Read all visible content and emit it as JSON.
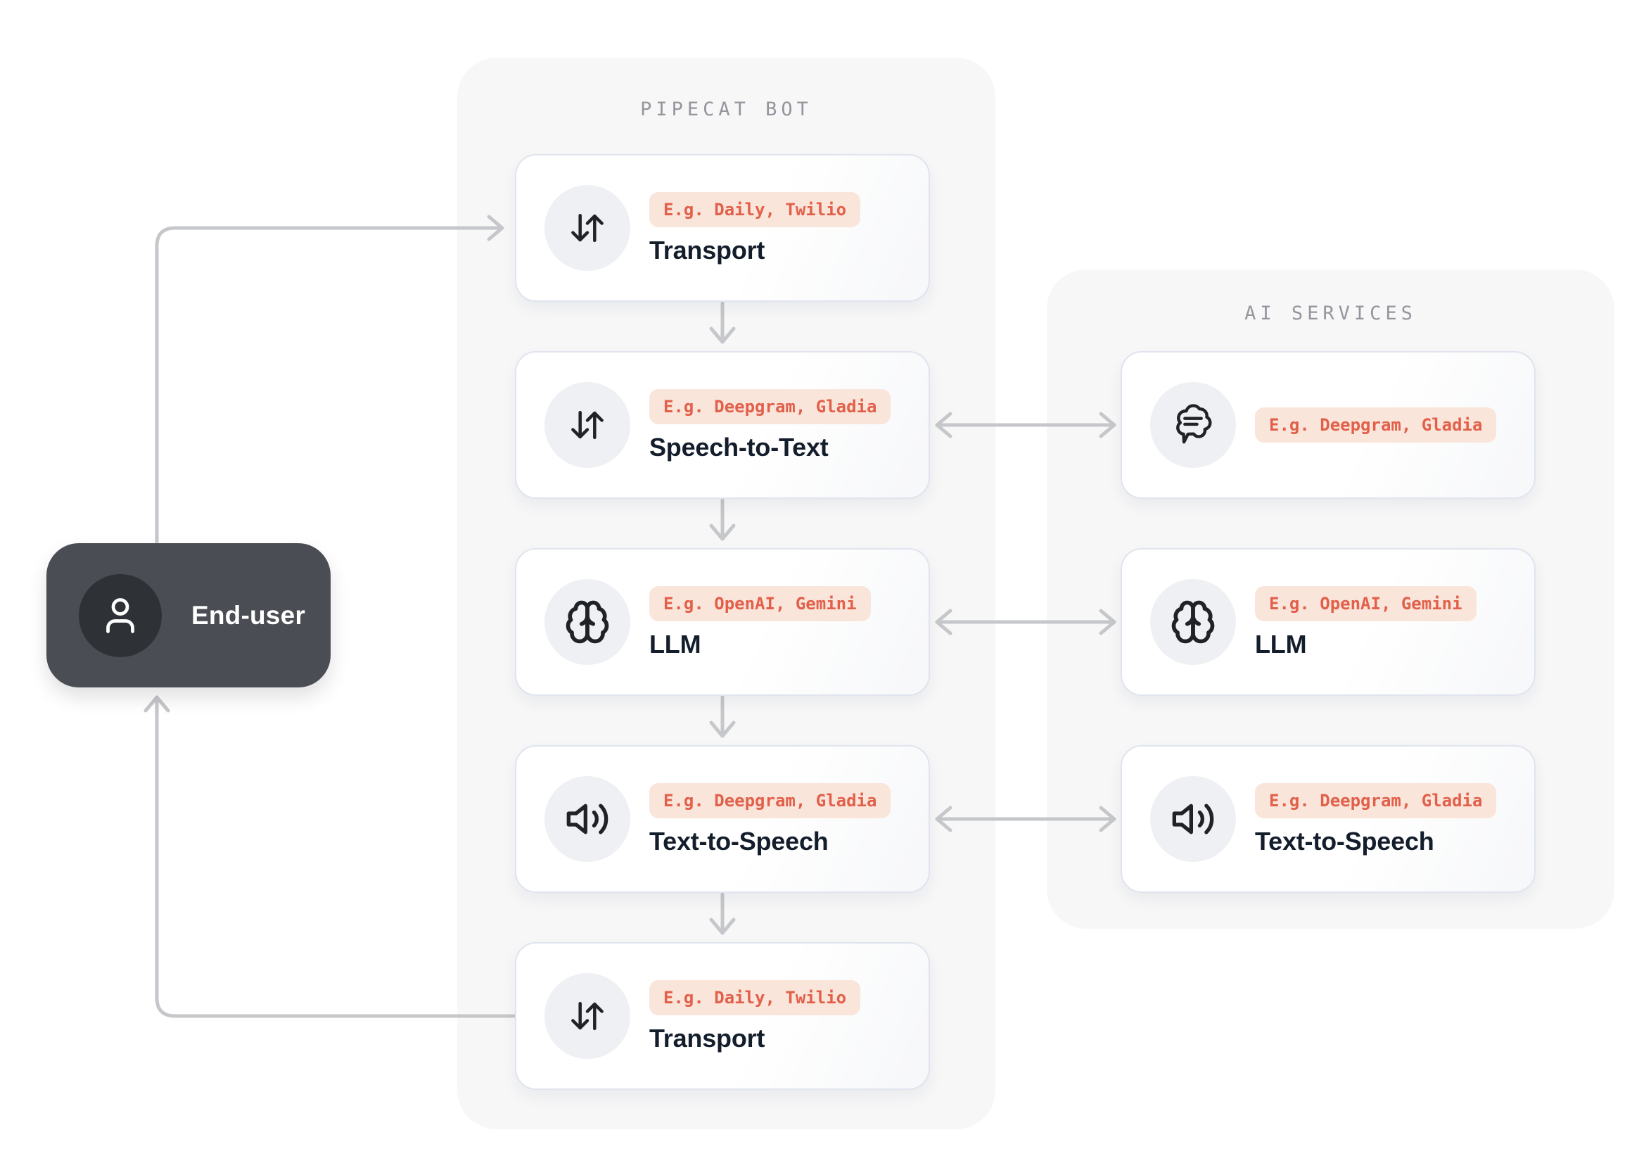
{
  "colors": {
    "accent_text": "#e2604a",
    "accent_bg": "#fae5db",
    "arrow": "#c6c7ca",
    "panel_bg": "#f7f7f8",
    "card_border": "#dfe4ee",
    "title_text": "#141d2b",
    "muted_header": "#94969d",
    "enduser_bg": "#4a4d53",
    "enduser_circle": "#2e3136",
    "icon_ink": "#1f2227",
    "icon_circle_bg": "#eff0f3",
    "page_bg": "#ffffff"
  },
  "pipecat": {
    "title": "PIPECAT BOT",
    "cards": [
      {
        "icon": "updown-arrows-icon",
        "tag": "E.g. Daily, Twilio",
        "title": "Transport"
      },
      {
        "icon": "updown-arrows-icon",
        "tag": "E.g. Deepgram, Gladia",
        "title": "Speech-to-Text"
      },
      {
        "icon": "brain-icon",
        "tag": "E.g. OpenAI, Gemini",
        "title": "LLM"
      },
      {
        "icon": "speaker-icon",
        "tag": "E.g. Deepgram, Gladia",
        "title": "Text-to-Speech"
      },
      {
        "icon": "updown-arrows-icon",
        "tag": "E.g. Daily, Twilio",
        "title": "Transport"
      }
    ]
  },
  "ai": {
    "title": "AI SERVICES",
    "cards": [
      {
        "icon": "speech-bubble-icon",
        "tag": "E.g. Deepgram, Gladia",
        "title": ""
      },
      {
        "icon": "brain-icon",
        "tag": "E.g. OpenAI, Gemini",
        "title": "LLM"
      },
      {
        "icon": "speaker-icon",
        "tag": "E.g. Deepgram, Gladia",
        "title": "Text-to-Speech"
      }
    ]
  },
  "end_user": {
    "label": "End-user"
  }
}
